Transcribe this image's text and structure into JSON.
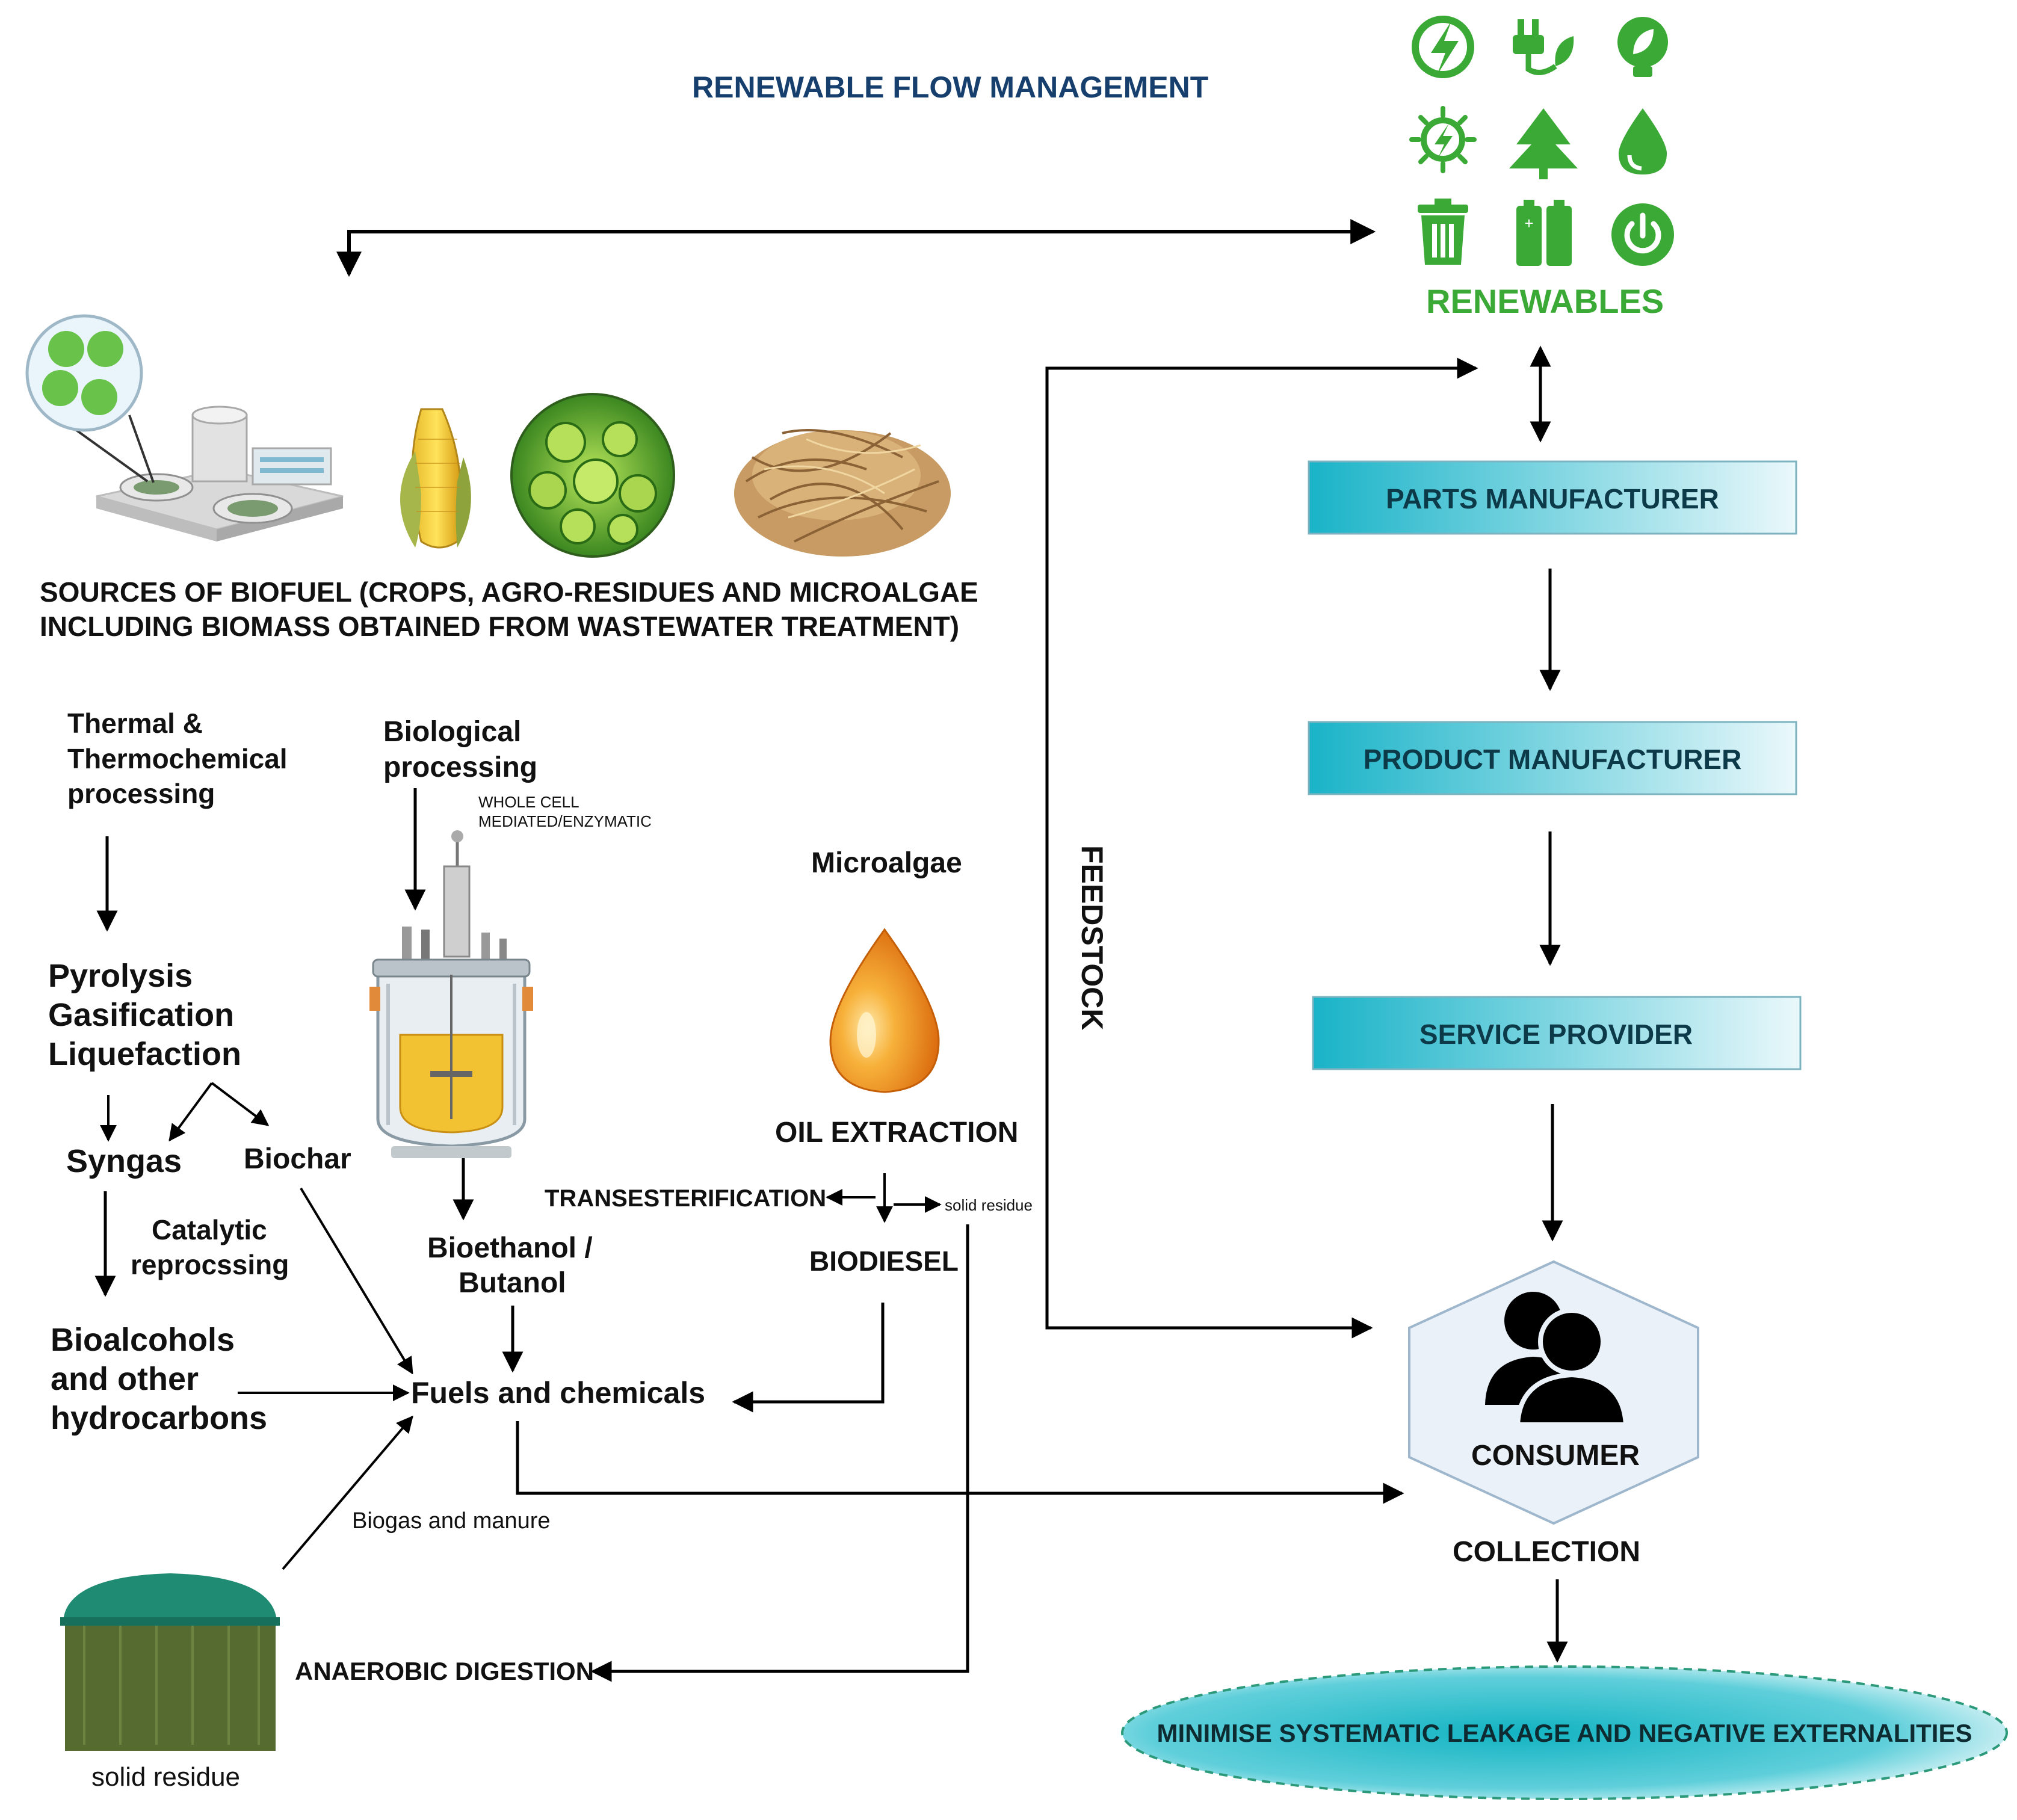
{
  "title": "RENEWABLE FLOW MANAGEMENT",
  "renewables": {
    "label": "RENEWABLES",
    "icons": [
      "lightning-icon",
      "plug-leaf-icon",
      "bulb-leaf-icon",
      "sun-bolt-icon",
      "tree-icon",
      "water-drop-icon",
      "trash-bin-icon",
      "battery-icon",
      "power-icon"
    ],
    "color": "#3aa935"
  },
  "sources": {
    "line1": "SOURCES OF BIOFUEL (CROPS, AGRO-RESIDUES AND MICROALGAE",
    "line2": "INCLUDING BIOMASS OBTAINED FROM WASTEWATER TREATMENT)"
  },
  "thermal": {
    "heading": [
      "Thermal &",
      "Thermochemical",
      "processing"
    ],
    "methods": [
      "Pyrolysis",
      "Gasification",
      "Liquefaction"
    ],
    "syngas": "Syngas",
    "biochar": "Biochar",
    "catalytic": [
      "Catalytic",
      "reprocssing"
    ],
    "bioalcohols": [
      "Bioalcohols",
      "and other",
      "hydrocarbons"
    ]
  },
  "biological": {
    "heading": [
      "Biological",
      "processing"
    ],
    "note": [
      "WHOLE CELL",
      "MEDIATED/ENZYMATIC"
    ],
    "product": [
      "Bioethanol /",
      "Butanol"
    ]
  },
  "microalgae": {
    "heading": "Microalgae",
    "oil_extraction": "OIL EXTRACTION",
    "transesterification": "TRANSESTERIFICATION",
    "solid_residue_small": "solid residue",
    "biodiesel": "BIODIESEL"
  },
  "fuels": "Fuels and chemicals",
  "biogas": "Biogas and manure",
  "anaerobic": "ANAEROBIC DIGESTION",
  "solid_residue": "solid residue",
  "feedstock": "FEEDSTOCK",
  "chain": {
    "parts": "PARTS MANUFACTURER",
    "product": "PRODUCT MANUFACTURER",
    "service": "SERVICE PROVIDER",
    "consumer": "CONSUMER",
    "collection": "COLLECTION",
    "minimise": "MINIMISE SYSTEMATIC LEAKAGE AND NEGATIVE EXTERNALITIES"
  },
  "colors": {
    "title": "#163f6e",
    "green": "#3aa935",
    "teal_box": "#1eb5c9",
    "teal_ellipse": "#12b1c0",
    "digester_top": "#1f8b72",
    "digester_body": "#556b2f",
    "oil": "#f08a0a"
  }
}
